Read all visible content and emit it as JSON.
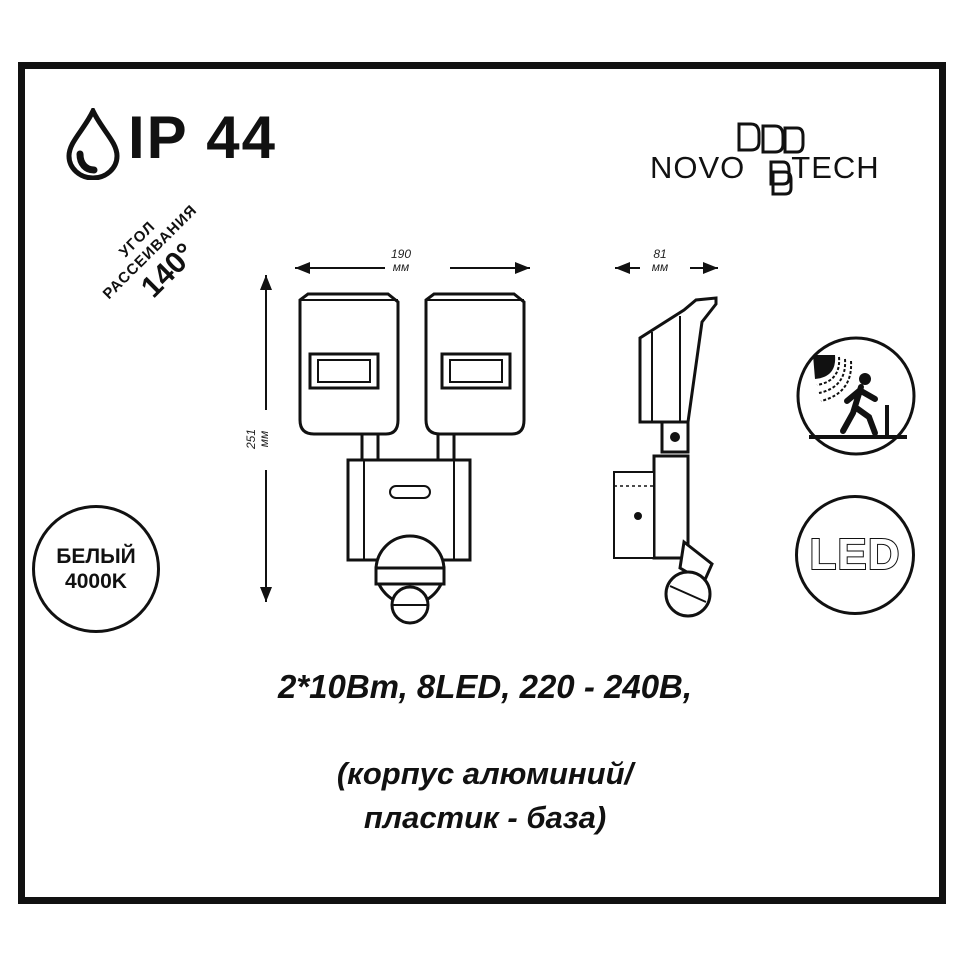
{
  "rating": {
    "ip": "IP 44",
    "icon": "water-drop-icon"
  },
  "brand": {
    "left": "NOVO",
    "right": "TECH",
    "icon": "novotech-logo-icon"
  },
  "angle": {
    "line1": "УГОЛ",
    "line2": "РАССЕИВАНИЯ",
    "value": "140°"
  },
  "color_temp": {
    "line1": "БЕЛЫЙ",
    "line2": "4000K"
  },
  "dimensions": {
    "width": {
      "value": "190",
      "unit": "мм"
    },
    "depth": {
      "value": "81",
      "unit": "мм"
    },
    "height": {
      "value": "251",
      "unit": "мм"
    }
  },
  "icons": {
    "motion_sensor": "motion-sensor-icon",
    "led": "LED"
  },
  "specs": {
    "line1": "2*10Вт, 8LED, 220 - 240В,",
    "line2": "(корпус алюминий/",
    "line3": "пластик - база)"
  },
  "colors": {
    "ink": "#111111",
    "background": "#ffffff"
  }
}
